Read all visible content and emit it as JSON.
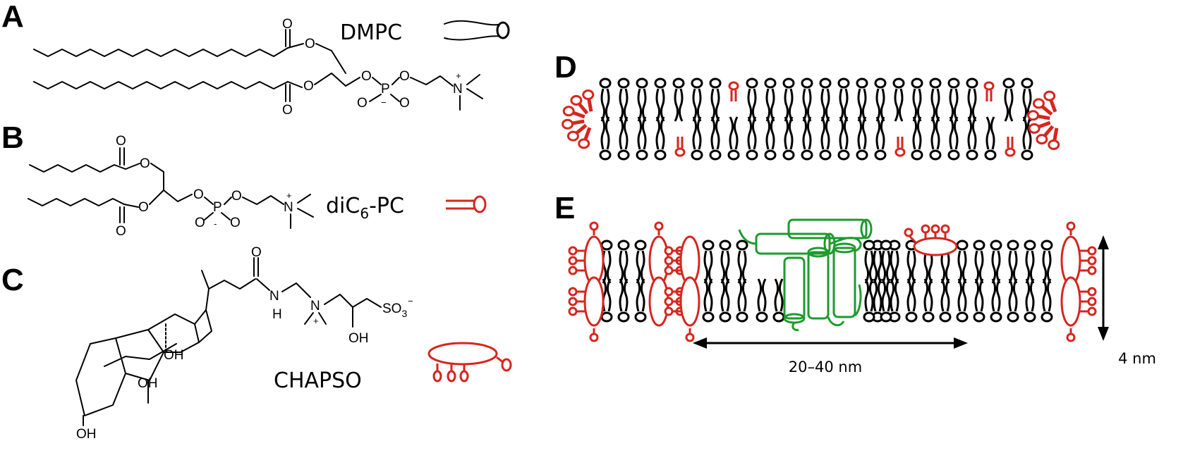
{
  "panels": {
    "a": {
      "letter": "A",
      "name": "DMPC"
    },
    "b": {
      "letter": "B",
      "name_prefix": "diC",
      "name_sub": "6",
      "name_suffix": "-PC"
    },
    "c": {
      "letter": "C",
      "name": "CHAPSO"
    },
    "d": {
      "letter": "D"
    },
    "e": {
      "letter": "E"
    }
  },
  "atoms": {
    "o": "O",
    "p": "P",
    "n": "N",
    "h": "H",
    "plus": "+",
    "minus": "−",
    "oh": "OH",
    "so3": "SO",
    "so3_sub": "3",
    "minus_hyphen": "-"
  },
  "dimensions": {
    "width": "20–40 nm",
    "height": "4 nm"
  },
  "colors": {
    "lipid": "#000000",
    "detergent": "#d6261e",
    "protein": "#1e9a2e"
  }
}
